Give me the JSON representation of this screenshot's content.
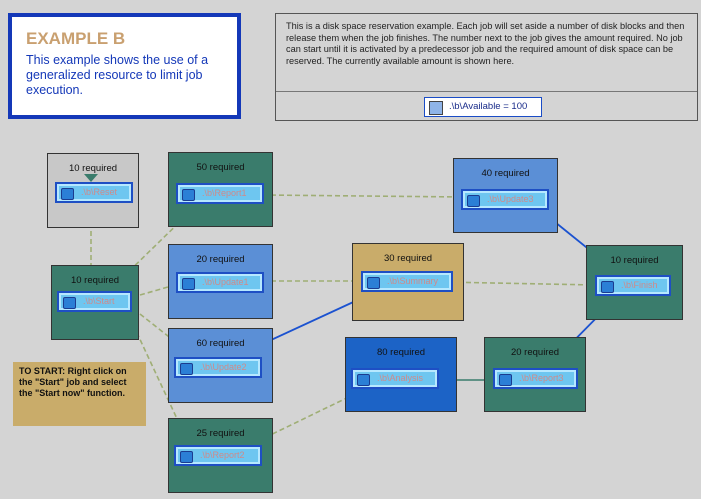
{
  "example": {
    "title": "EXAMPLE B",
    "text": "This example shows the use of a generalized resource to limit job execution."
  },
  "info": {
    "text": "This is a disk space reservation example.  Each job will set aside a number of disk blocks and then release them when the job finishes.  The number next to the job gives the amount required. No job can start until it is activated by a predecessor job and the required amount of disk space can be reserved. The currently available amount is shown here.",
    "available": ".\\b\\Available = 100"
  },
  "jobs": [
    {
      "id": "reset",
      "required": "10 required",
      "label": ".\\b\\Reset",
      "color": "#c8c8c8"
    },
    {
      "id": "report1",
      "required": "50 required",
      "label": ".\\b\\Report1",
      "color": "#3a7c6c"
    },
    {
      "id": "update3",
      "required": "40 required",
      "label": ".\\b\\Update3",
      "color": "#5b8fd6"
    },
    {
      "id": "start",
      "required": "10 required",
      "label": ".\\b\\Start",
      "color": "#3a7c6c"
    },
    {
      "id": "update1",
      "required": "20 required",
      "label": ".\\b\\Update1",
      "color": "#5b8fd6"
    },
    {
      "id": "summary",
      "required": "30 required",
      "label": ".\\b\\Summary",
      "color": "#c9ac6a"
    },
    {
      "id": "finish",
      "required": "10 required",
      "label": ".\\b\\Finish",
      "color": "#3a7c6c"
    },
    {
      "id": "update2",
      "required": "60 required",
      "label": ".\\b\\Update2",
      "color": "#5b8fd6"
    },
    {
      "id": "analysis",
      "required": "80 required",
      "label": ".\\b\\Analysis",
      "color": "#1c63c6"
    },
    {
      "id": "report3",
      "required": "20 required",
      "label": ".\\b\\Report3",
      "color": "#3a7c6c"
    },
    {
      "id": "report2",
      "required": "25 required",
      "label": ".\\b\\Report2",
      "color": "#3a7c6c"
    }
  ],
  "note": "TO START: Right click on the \"Start\" job and select the \"Start now\" function."
}
